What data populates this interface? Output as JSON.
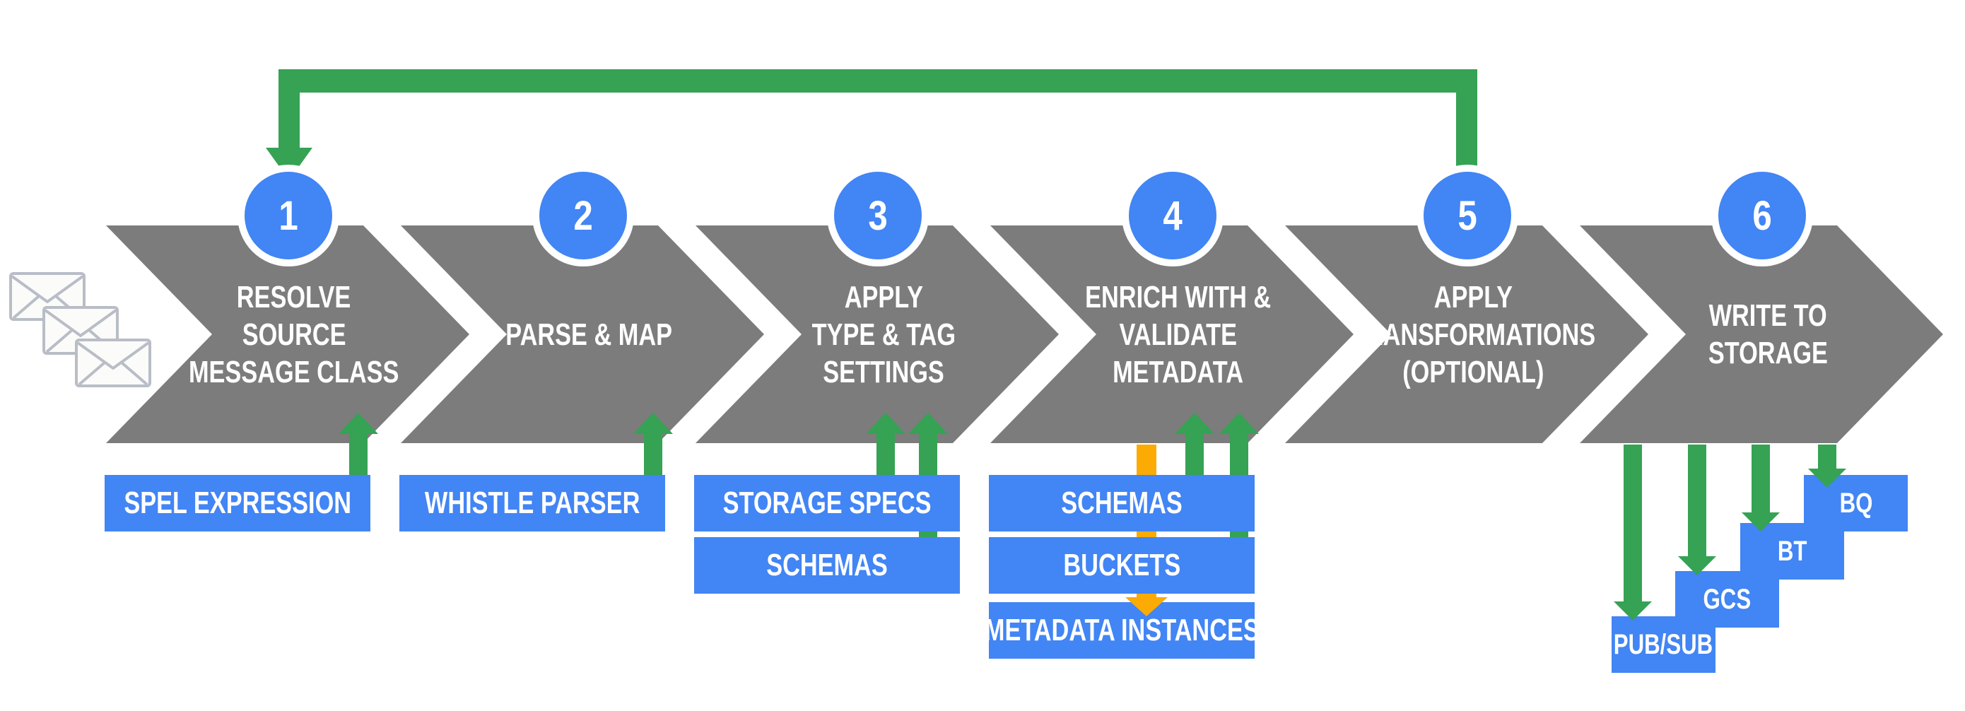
{
  "diagram": {
    "kind": "pipeline-flow",
    "description_visible_text_only": true
  },
  "palette": {
    "chevron_gray": "#7C7C7C",
    "accent_blue": "#4285F4",
    "accent_green": "#35A254",
    "accent_yellow": "#FBAB04",
    "text_white": "#FFFFFF",
    "envelope_stroke": "#B8BDC6"
  },
  "icons": {
    "input_messages": "envelope-stack-icon",
    "feedback_loop": "loop-arrow-from-step-5-to-step-1"
  },
  "steps": [
    {
      "number": "1",
      "lines": [
        "RESOLVE",
        "SOURCE",
        "MESSAGE CLASS"
      ]
    },
    {
      "number": "2",
      "lines": [
        "PARSE & MAP"
      ]
    },
    {
      "number": "3",
      "lines": [
        "APPLY",
        "TYPE & TAG",
        "SETTINGS"
      ]
    },
    {
      "number": "4",
      "lines": [
        "ENRICH WITH &",
        "VALIDATE",
        "METADATA"
      ]
    },
    {
      "number": "5",
      "lines": [
        "APPLY",
        "TRANSFORMATIONS",
        "(OPTIONAL)"
      ]
    },
    {
      "number": "6",
      "lines": [
        "WRITE TO",
        "STORAGE"
      ]
    }
  ],
  "inputs": {
    "spel_expression": "SPEL EXPRESSION",
    "whistle_parser": "WHISTLE PARSER",
    "storage_specs": "STORAGE SPECS",
    "schemas_step3": "SCHEMAS",
    "schemas_step4": "SCHEMAS",
    "buckets": "BUCKETS",
    "metadata_instances": "METADATA INSTANCES"
  },
  "outputs": {
    "pubsub": "PUB/SUB",
    "gcs": "GCS",
    "bt": "BT",
    "bq": "BQ"
  }
}
